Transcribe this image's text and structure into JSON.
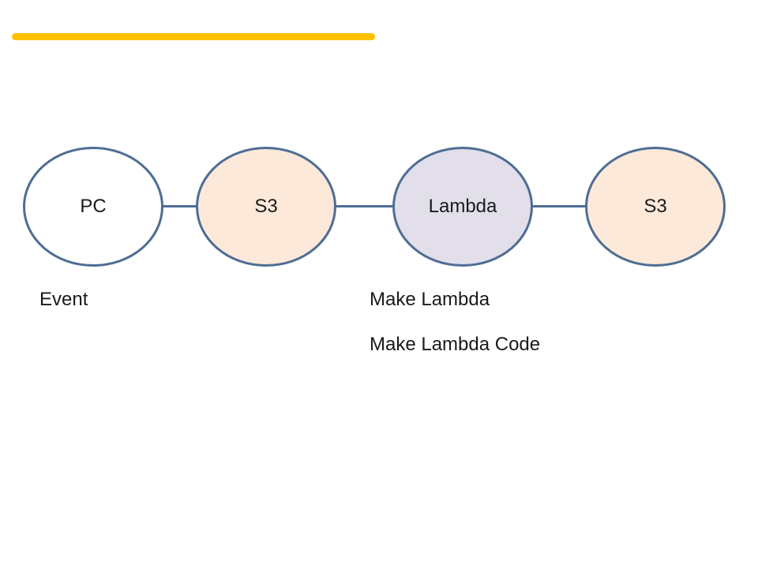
{
  "slide": {
    "background": "#FFFFFF",
    "accent_bar": {
      "color": "#FFC000"
    },
    "diagram": {
      "node_border_color": "#4E6D94",
      "connector_color": "#4E6D94",
      "nodes": [
        {
          "id": "pc",
          "label": "PC",
          "fill": "#FFFFFF"
        },
        {
          "id": "s3-source",
          "label": "S3",
          "fill": "#FDE9D9"
        },
        {
          "id": "lambda",
          "label": "Lambda",
          "fill": "#E2DFEA"
        },
        {
          "id": "s3-dest",
          "label": "S3",
          "fill": "#FDE9D9"
        }
      ]
    },
    "captions": {
      "event": "Event",
      "make_lambda": "Make Lambda",
      "make_lambda_code": "Make Lambda Code"
    }
  }
}
